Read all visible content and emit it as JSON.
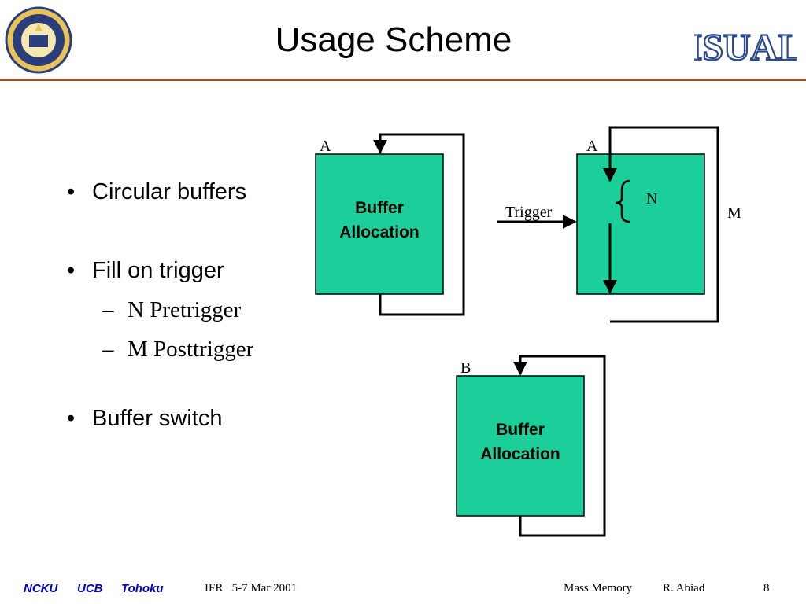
{
  "title": "Usage Scheme",
  "logo_text": "ISUAL",
  "bullets": {
    "circular": "Circular buffers",
    "fill": "Fill on trigger",
    "pretrigger": "N Pretrigger",
    "posttrigger": "M Posttrigger",
    "switch": "Buffer switch"
  },
  "bullet_glyph": "•",
  "dash_glyph": "–",
  "diagram": {
    "box1_line1": "Buffer",
    "box1_line2": "Allocation",
    "box3_line1": "Buffer",
    "box3_line2": "Allocation",
    "label_a1": "A",
    "label_a2": "A",
    "label_b": "B",
    "label_n": "N",
    "label_m": "M",
    "label_trigger": "Trigger"
  },
  "footer": {
    "ncku": "NCKU",
    "ucb": "UCB",
    "tohoku": "Tohoku",
    "conference": "IFR   5-7 Mar 2001",
    "topic": "Mass Memory",
    "author": "R. Abiad",
    "page": "8"
  },
  "colors": {
    "box_fill": "#1ccf9a",
    "rule": "#a0522d",
    "footer_blue": "#0000cc",
    "logo_blue": "#2b4a8a"
  }
}
